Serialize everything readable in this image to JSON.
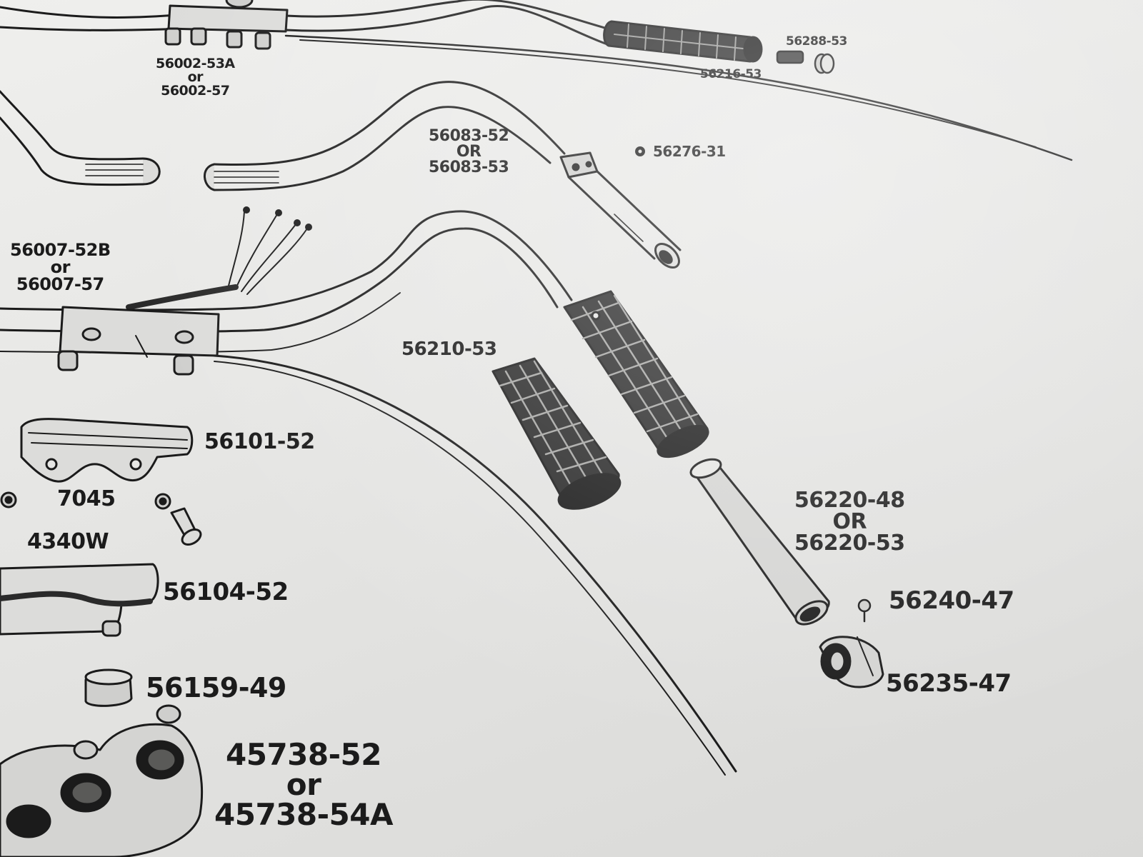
{
  "colors": {
    "paper": "#e6e6e4",
    "ink": "#1b1b1b"
  },
  "labels": {
    "p56002": [
      "56002-53A",
      "or",
      "56002-57"
    ],
    "p56288": "56288-53",
    "p56216": "56216-53",
    "p56083": [
      "56083-52",
      "OR",
      "56083-53"
    ],
    "p56276": "56276-31",
    "p56007": [
      "56007-52B",
      "or",
      "56007-57"
    ],
    "p56210": "56210-53",
    "p56101": "56101-52",
    "p7045": "7045",
    "p4340": "4340W",
    "p56104": "56104-52",
    "p56220": [
      "56220-48",
      "OR",
      "56220-53"
    ],
    "p56240": "56240-47",
    "p56235": "56235-47",
    "p56159": "56159-49",
    "p45738": [
      "45738-52",
      "or",
      "45738-54A"
    ]
  }
}
